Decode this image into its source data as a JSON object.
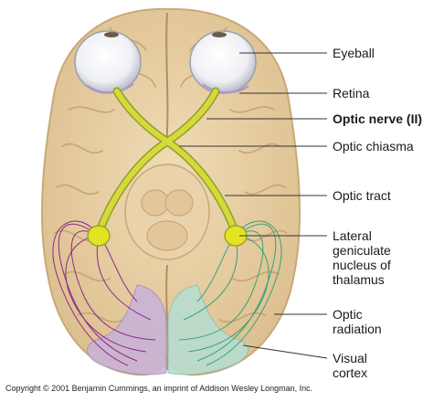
{
  "labels": {
    "eyeball": "Eyeball",
    "retina": "Retina",
    "optic_nerve": "Optic nerve (II)",
    "optic_chiasma": "Optic chiasma",
    "optic_tract": "Optic tract",
    "lgn": [
      "Lateral",
      "geniculate",
      "nucleus of",
      "thalamus"
    ],
    "optic_radiation": [
      "Optic",
      "radiation"
    ],
    "visual_cortex": [
      "Visual",
      "cortex"
    ]
  },
  "copyright": "Copyright © 2001 Benjamin Cummings, an imprint of Addison Wesley Longman, Inc.",
  "colors": {
    "brain": "#e8cfa4",
    "brain_dark": "#c9a878",
    "nerve": "#d7d93a",
    "nerve_stroke": "#8fa02a",
    "nucleus": "#e4e223",
    "left_radiation": "#8a2a88",
    "right_radiation": "#3aa07a",
    "left_cortex": "#c9b3d6",
    "right_cortex": "#b9ddcf"
  }
}
